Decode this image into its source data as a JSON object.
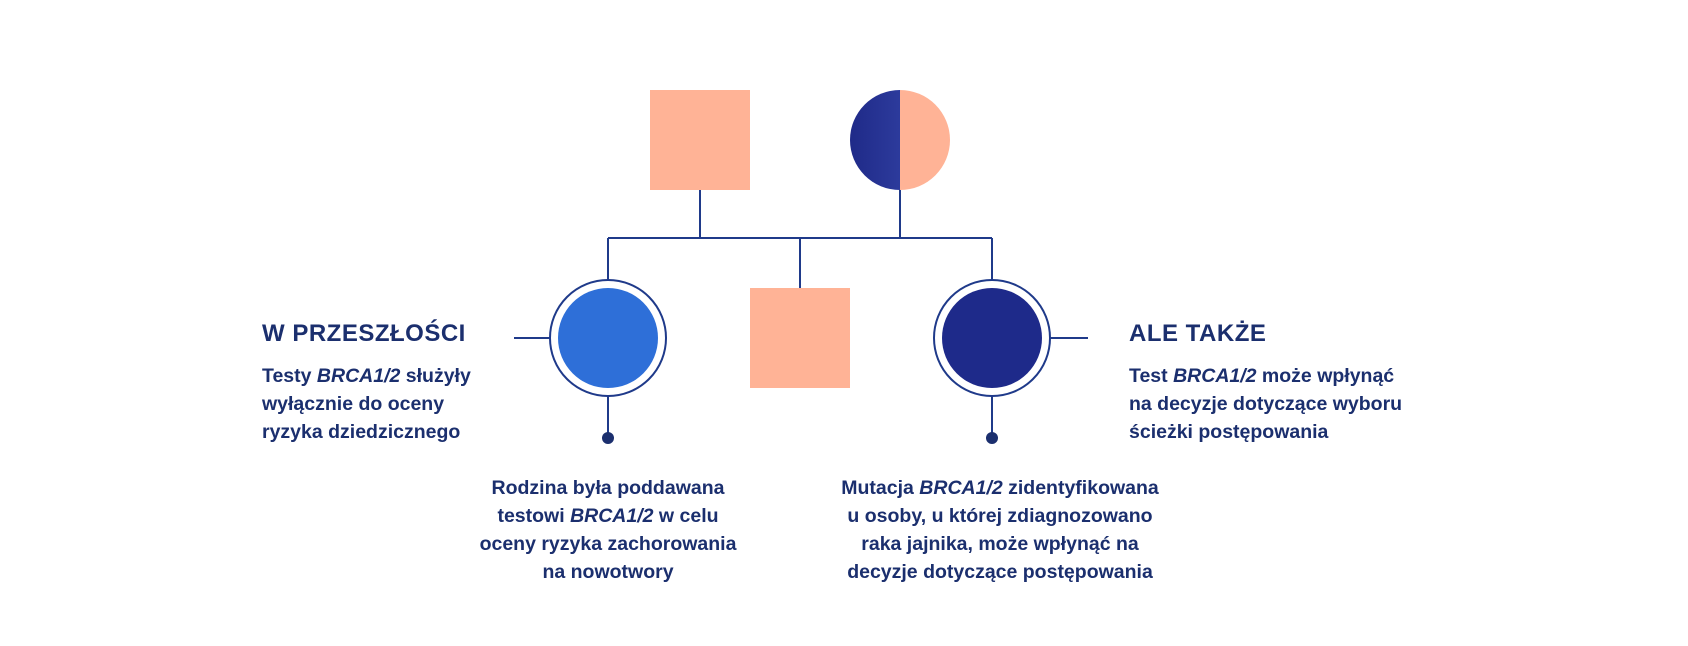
{
  "colors": {
    "navy_text": "#1b2f6e",
    "line": "#1f3a8a",
    "peach": "#ffb396",
    "blue_affected": "#2e6fd8",
    "dark_navy_affected": "#1e2a8a",
    "gradient_start": "#1f2a88",
    "gradient_end": "#3a4bb0"
  },
  "left_panel": {
    "heading": "W PRZESZŁOŚCI",
    "line1_pre": "Testy ",
    "line1_gene": "BRCA1/2",
    "line1_post": " służyły",
    "line2": "wyłącznie do oceny",
    "line3": "ryzyka dziedzicznego"
  },
  "right_panel": {
    "heading": "ALE TAKŻE",
    "line1_pre": "Test ",
    "line1_gene": "BRCA1/2",
    "line1_post": " może wpłynąć",
    "line2": "na decyzje dotyczące wyboru",
    "line3": "ścieżki postępowania"
  },
  "caption_left": {
    "line1": "Rodzina była poddawana",
    "line2_pre": "testowi ",
    "line2_gene": "BRCA1/2",
    "line2_post": " w celu",
    "line3": "oceny ryzyka zachorowania",
    "line4": "na nowotwory"
  },
  "caption_right": {
    "line1_pre": "Mutacja ",
    "line1_gene": "BRCA1/2",
    "line1_post": " zidentyfikowana",
    "line2": "u osoby, u której zdiagnozowano",
    "line3": "raka jajnika, może wpłynąć na",
    "line4": "decyzje dotyczące postępowania"
  },
  "pedigree": {
    "father": {
      "sex": "male",
      "status": "unaffected"
    },
    "mother": {
      "sex": "female",
      "status": "carrier-half-filled"
    },
    "children": [
      {
        "sex": "female",
        "status": "affected",
        "proband_ring": true,
        "tested": true
      },
      {
        "sex": "male",
        "status": "unaffected"
      },
      {
        "sex": "female",
        "status": "affected",
        "proband_ring": true,
        "tested": true
      }
    ]
  }
}
